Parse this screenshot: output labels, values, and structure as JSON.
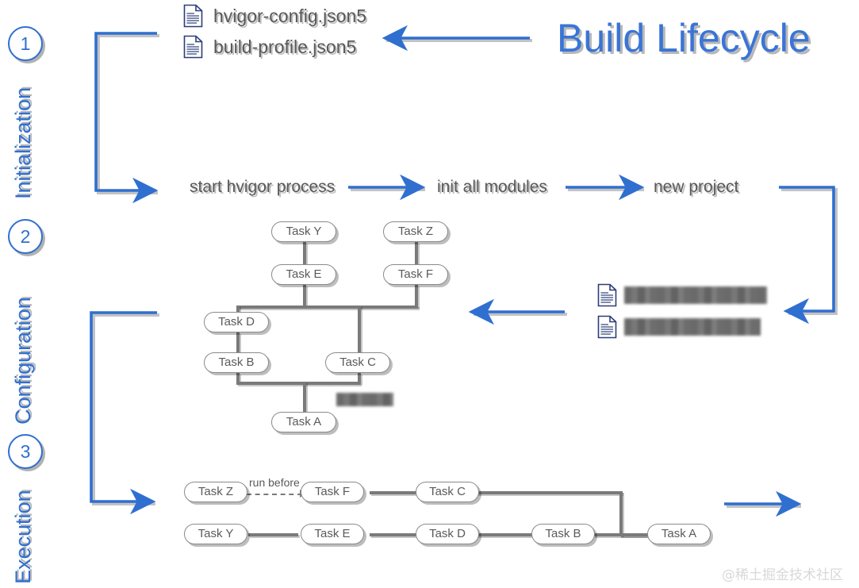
{
  "title": "Build Lifecycle",
  "colors": {
    "accent_blue": "#2f6fd0",
    "title_blue": "#3a74d6",
    "text_grey": "#595959",
    "connector_grey": "#7a7a7a",
    "background": "#ffffff",
    "watermark": "#d8d8d8"
  },
  "phases": [
    {
      "number": "1",
      "label": "Initialization"
    },
    {
      "number": "2",
      "label": "Configuration"
    },
    {
      "number": "3",
      "label": "Execution"
    }
  ],
  "initialization": {
    "files": [
      {
        "icon": "document-icon",
        "name": "hvigor-config.json5"
      },
      {
        "icon": "document-icon",
        "name": "build-profile.json5"
      }
    ],
    "steps": [
      {
        "label": "start hvigor process"
      },
      {
        "label": "init all modules"
      },
      {
        "label": "new project"
      }
    ]
  },
  "configuration": {
    "files": [
      {
        "icon": "document-icon",
        "name": "",
        "redacted": true
      },
      {
        "icon": "document-icon",
        "name": "",
        "redacted": true
      }
    ],
    "graph_nodes": [
      {
        "id": "task-y",
        "label": "Task Y"
      },
      {
        "id": "task-z",
        "label": "Task Z"
      },
      {
        "id": "task-e",
        "label": "Task E"
      },
      {
        "id": "task-f",
        "label": "Task F"
      },
      {
        "id": "task-d",
        "label": "Task D"
      },
      {
        "id": "task-b",
        "label": "Task B"
      },
      {
        "id": "task-c",
        "label": "Task C"
      },
      {
        "id": "task-a",
        "label": "Task A"
      }
    ],
    "graph_annotation": {
      "redacted": true,
      "label": ""
    }
  },
  "execution": {
    "relation_label": "run before",
    "row_top": [
      {
        "id": "exec-task-z",
        "label": "Task Z"
      },
      {
        "id": "exec-task-f",
        "label": "Task F"
      },
      {
        "id": "exec-task-c",
        "label": "Task C"
      }
    ],
    "row_bottom": [
      {
        "id": "exec-task-y",
        "label": "Task Y"
      },
      {
        "id": "exec-task-e",
        "label": "Task E"
      },
      {
        "id": "exec-task-d",
        "label": "Task D"
      },
      {
        "id": "exec-task-b",
        "label": "Task B"
      },
      {
        "id": "exec-task-a",
        "label": "Task A"
      }
    ]
  },
  "watermark": "@稀土掘金技术社区"
}
